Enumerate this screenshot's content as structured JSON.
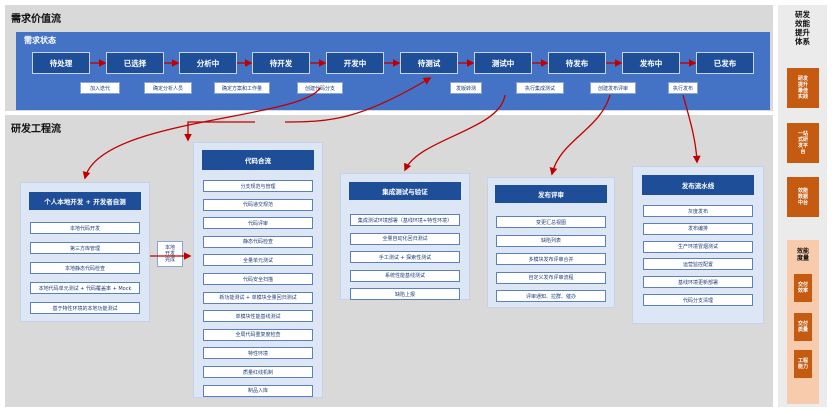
{
  "value_section": {
    "title": "需求价值流",
    "band_title": "需求状态",
    "states": [
      "待处理",
      "已选择",
      "分析中",
      "待开发",
      "开发中",
      "待测试",
      "测试中",
      "待发布",
      "发布中",
      "已发布"
    ],
    "sublabels": [
      "加入迭代",
      "确定分析人员",
      "确定方案和工作量",
      "创建代码分支",
      "发版转测",
      "执行集成测试",
      "创建发布评审",
      "执行发布"
    ]
  },
  "eng_section": {
    "title": "研发工程流",
    "handoff": [
      "本地",
      "开发",
      "完成"
    ],
    "cards": [
      {
        "title": "个人本地开发 + 开发者自测",
        "items": [
          "本地代码开发",
          "第三方库管理",
          "本地静态代码检查",
          "本地代码单元测试 + 代码覆盖率 + Mock",
          "基于特性环境的本地功能测试"
        ]
      },
      {
        "title": "代码合流",
        "items": [
          "分支规范与管理",
          "代码递交规范",
          "代码评审",
          "静态代码检查",
          "全量单元测试",
          "代码安全扫描",
          "新功能测试 + 单模块全量回归测试",
          "单模块性能基线测试",
          "全局代码重复度检查",
          "特性环境",
          "质量红线机制",
          "制品入库"
        ]
      },
      {
        "title": "集成测试与验证",
        "items": [
          "集成测试环境部署（基线环境+特性环境）",
          "全量自动化回归测试",
          "手工测试 + 探索性测试",
          "系统性能基线测试",
          "缺陷上报"
        ]
      },
      {
        "title": "发布评审",
        "items": [
          "变更汇总视图",
          "缺陷列表",
          "多模块发布评审合并",
          "自定义发布评审流程",
          "评审通知、拉群、催办"
        ]
      },
      {
        "title": "发布流水线",
        "items": [
          "灰度发布",
          "发布编排",
          "生产环境冒烟测试",
          "运营监控配置",
          "基线环境更新部署",
          "代码分支清理"
        ]
      }
    ]
  },
  "side": {
    "title": [
      "研发",
      "效能",
      "提升",
      "体系"
    ],
    "orange_blocks": [
      [
        "研发",
        "提升",
        "最佳",
        "实践"
      ],
      [
        "一站",
        "式研",
        "发平",
        "台"
      ],
      [
        "效能",
        "数据",
        "中台"
      ]
    ],
    "sub_title": [
      "效能",
      "度量"
    ],
    "sub_blocks": [
      [
        "交付",
        "效率"
      ],
      [
        "交付",
        "质量"
      ],
      [
        "工程",
        "能力"
      ]
    ]
  },
  "colors": {
    "panel": "#d9d9d9",
    "band": "#4472c4",
    "node": "#1f4e99",
    "arrow": "#c00000",
    "side": "#c55a11",
    "side_sub": "#f8cbad"
  }
}
